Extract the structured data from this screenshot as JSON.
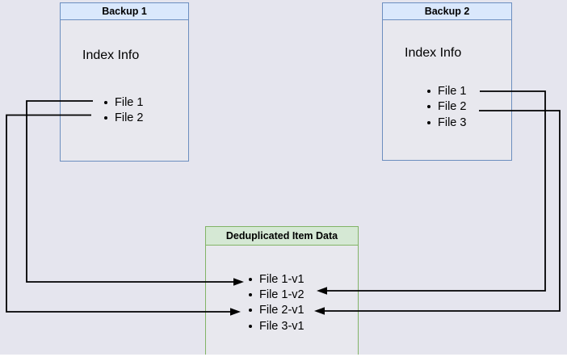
{
  "backup1": {
    "title": "Backup 1",
    "index_label": "Index Info",
    "files": [
      "File 1",
      "File 2"
    ]
  },
  "backup2": {
    "title": "Backup 2",
    "index_label": "Index Info",
    "files": [
      "File 1",
      "File 2",
      "File 3"
    ]
  },
  "dedup": {
    "title": "Deduplicated Item Data",
    "items": [
      "File 1-v1",
      "File 1-v2",
      "File 2-v1",
      "File 3-v1"
    ]
  },
  "connections": [
    {
      "from": "Backup 1 / File 1",
      "to": "File 1-v1",
      "route": "left-loop"
    },
    {
      "from": "Backup 1 / File 2",
      "to": "File 2-v1",
      "route": "left-loop"
    },
    {
      "from": "Backup 2 / File 1",
      "to": "File 1-v2",
      "route": "right-loop"
    },
    {
      "from": "Backup 2 / File 2",
      "to": "File 2-v1",
      "route": "right-loop"
    }
  ],
  "colors": {
    "canvas_background": "#e5e5ee",
    "backup_header_fill": "#dae8fc",
    "backup_border": "#6c8ebf",
    "dedup_header_fill": "#d5e8d4",
    "dedup_border": "#82b366",
    "connector": "#000000"
  }
}
